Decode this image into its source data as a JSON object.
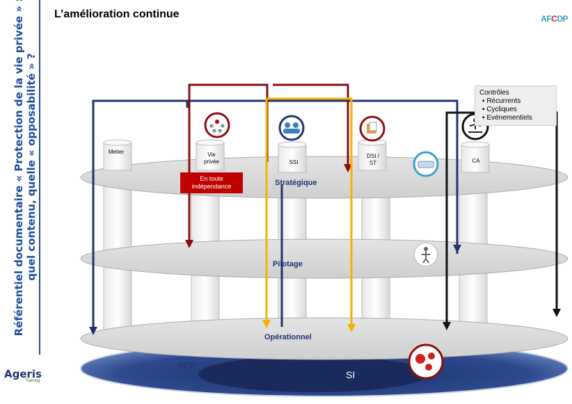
{
  "title": "L’amélioration continue",
  "side_label": {
    "line1": "Référentiel documentaire « Protection de la vie privée » :",
    "line2": "quel contenu, quelle « opposabilité » ?"
  },
  "brand": {
    "part1": "AF",
    "part2": "C",
    "part3": "DP"
  },
  "controls": {
    "heading": "Contrôles",
    "items": [
      "Récurrents",
      "Cycliques",
      "Evénementiels"
    ]
  },
  "labels": {
    "metier": "Métier",
    "vie_privee_1": "Vie",
    "vie_privee_2": "privée",
    "ssi": "SSI",
    "dsi_1": "DSI /",
    "dsi_2": "ST",
    "ca": "CA",
    "independance_1": "En toute",
    "independance_2": "indépendance"
  },
  "stages": {
    "strategique": "Stratégique",
    "pilotage": "Pilotage",
    "operationnel": "Opérationnel"
  },
  "base": {
    "dcp": "DCP",
    "si": "SI"
  },
  "logo": {
    "word": "Ageris",
    "sub": "Training"
  },
  "colors": {
    "navy": "#1f3470",
    "red": "#8b0d0d",
    "yellow": "#f0b400",
    "black": "#111111",
    "disc_fill": "#dcdcdc",
    "base_blue": "#2d4a8e"
  },
  "icons": [
    "people-group-icon",
    "users-icon",
    "document-folder-icon",
    "meditation-icon",
    "globe-badge-icon",
    "puzzle-person-icon",
    "gears-icon"
  ]
}
